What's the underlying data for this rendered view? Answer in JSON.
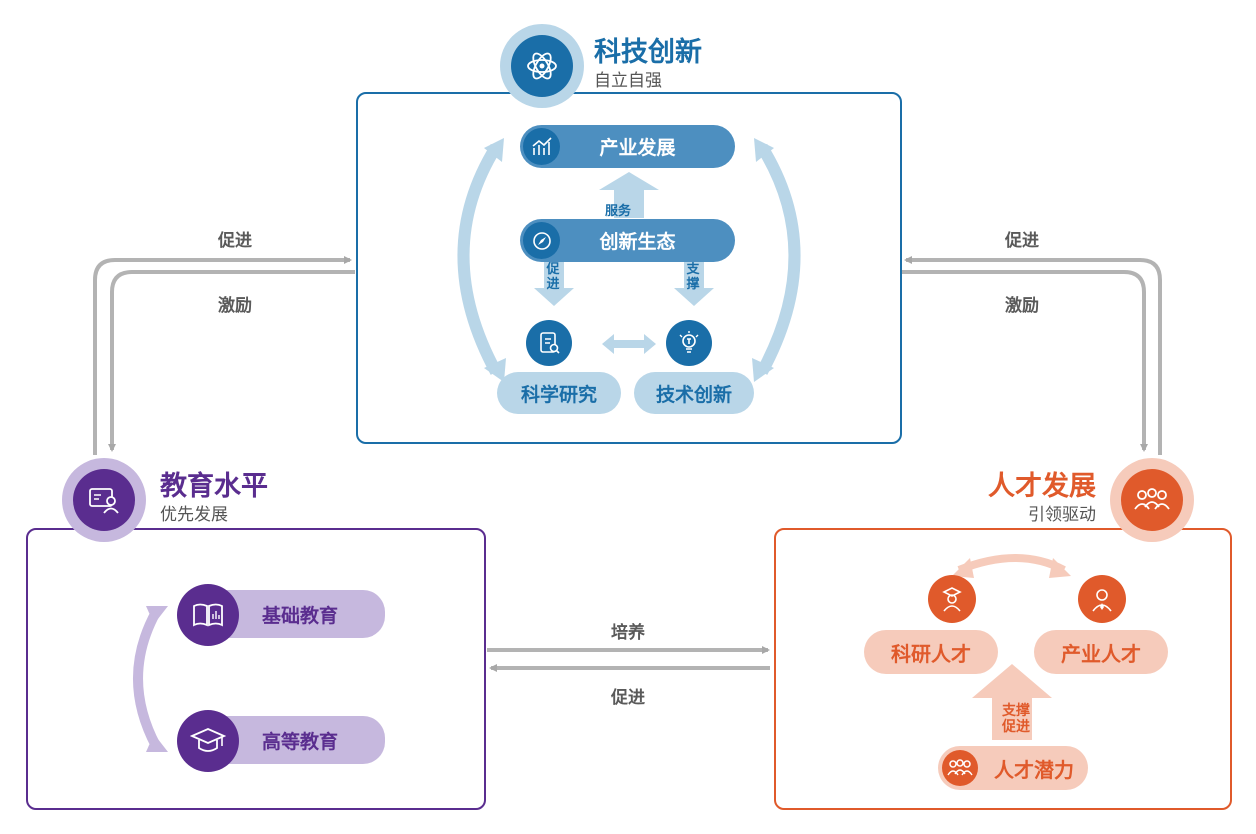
{
  "colors": {
    "blue": "#1a6ea8",
    "blue_mid": "#4d8fc0",
    "blue_light": "#b9d6e8",
    "purple": "#5a2d8f",
    "purple_light": "#c6b8de",
    "orange": "#e05a2b",
    "orange_light": "#f6cbbb",
    "gray": "#a8a8a8"
  },
  "science": {
    "title": "科技创新",
    "subtitle": "自立自强",
    "icon": "atom-icon",
    "industry": "产业发展",
    "ecosystem": "创新生态",
    "research": "科学研究",
    "tech": "技术创新",
    "serve": "服务",
    "promote": "促进",
    "support": "支撑"
  },
  "education": {
    "title": "教育水平",
    "subtitle": "优先发展",
    "icon": "teaching-icon",
    "basic": "基础教育",
    "higher": "高等教育"
  },
  "talent": {
    "title": "人才发展",
    "subtitle": "引领驱动",
    "icon": "people-icon",
    "research_talent": "科研人才",
    "industry_talent": "产业人才",
    "potential": "人才潜力",
    "support_promote_1": "支撑",
    "support_promote_2": "促进"
  },
  "links": {
    "left_promote": "促进",
    "left_motivate": "激励",
    "right_promote": "促进",
    "right_motivate": "激励",
    "cultivate": "培养",
    "bottom_promote": "促进"
  }
}
